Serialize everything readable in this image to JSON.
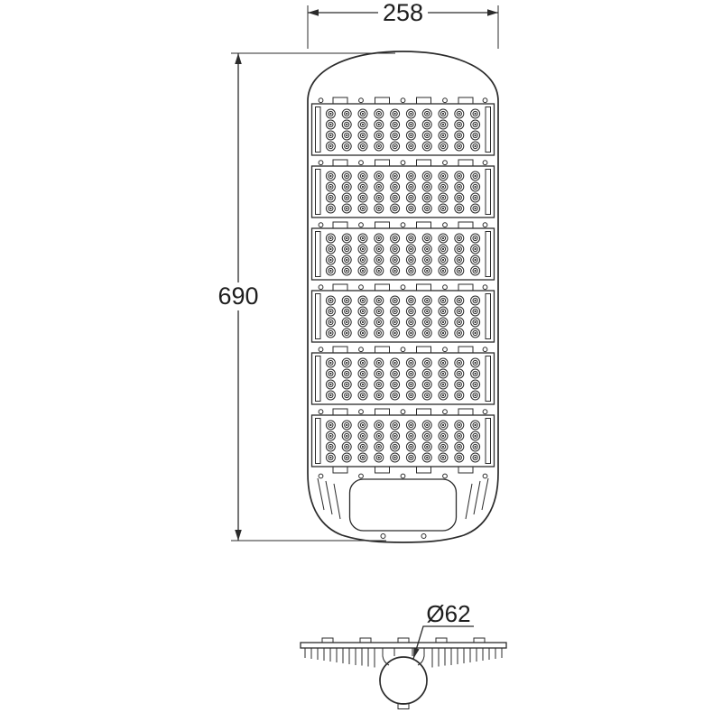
{
  "drawing": {
    "type": "technical-dimension-drawing",
    "subject": "LED street light luminaire",
    "front_view": {
      "module_count": 6,
      "led_rows_per_module": 4,
      "led_columns_per_module": 10
    },
    "dimensions": {
      "width": "258",
      "height": "690",
      "pole_diameter": "Ø62"
    },
    "colors": {
      "line": "#2b2b2b",
      "background": "#ffffff"
    }
  }
}
